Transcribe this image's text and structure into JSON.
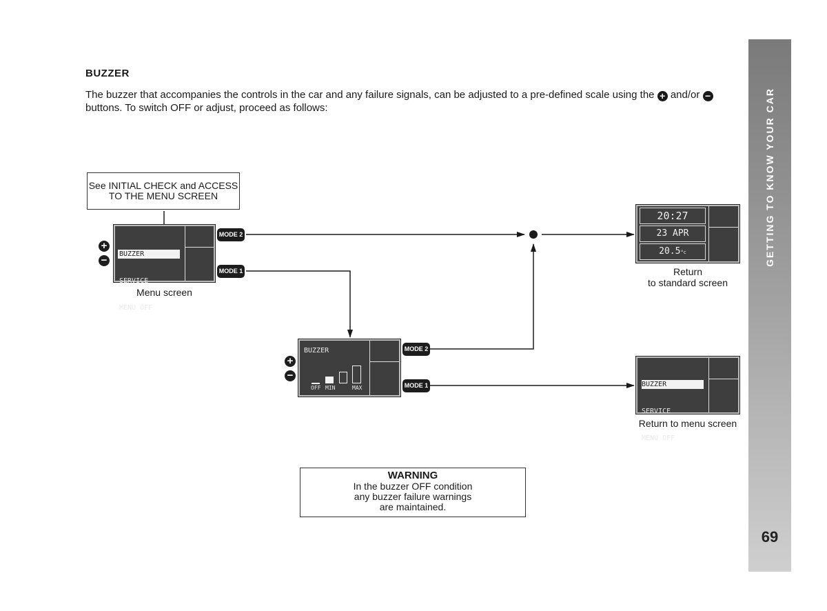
{
  "section": {
    "heading": "BUZZER",
    "intro_before": "The buzzer that accompanies the controls in the car and any failure signals, can be adjusted to a pre-defined scale using the",
    "intro_middle": "and/or",
    "intro_after": "buttons. To switch OFF or adjust, proceed as follows:"
  },
  "diagram": {
    "start_box": {
      "line1": "See INITIAL CHECK and ACCESS",
      "line2": "TO THE MENU SCREEN"
    },
    "menu_screen": {
      "items": [
        "BUZZER",
        "SERVICE",
        "MENU OFF"
      ],
      "caption": "Menu screen"
    },
    "buzzer_screen": {
      "title": "BUZZER",
      "scale_labels": {
        "off": "OFF",
        "min": "MIN",
        "max": "MAX"
      }
    },
    "standard_screen": {
      "time": "20:27",
      "date": "23 APR",
      "temp": "20.5",
      "temp_unit": "°c",
      "caption_line1": "Return",
      "caption_line2": "to standard screen"
    },
    "return_menu_screen": {
      "items": [
        "BUZZER",
        "SERVICE",
        "MENU OFF"
      ],
      "caption": "Return to menu screen"
    },
    "buttons": {
      "mode1": "MODE 1",
      "mode2": "MODE 2",
      "plus": "+",
      "minus": "−"
    }
  },
  "warning": {
    "title": "WARNING",
    "line1": "In the buzzer OFF condition",
    "line2": "any buzzer failure warnings",
    "line3": "are maintained."
  },
  "sidebar": {
    "title": "GETTING TO KNOW YOUR CAR"
  },
  "page_number": "69"
}
